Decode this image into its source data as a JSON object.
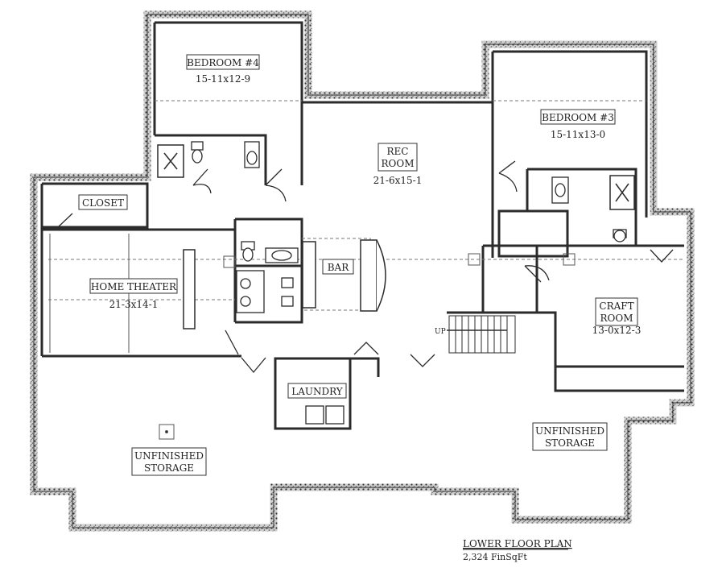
{
  "plan": {
    "title": "LOWER FLOOR PLAN",
    "area": "2,324 FinSqFt",
    "stair_label": "UP"
  },
  "rooms": {
    "bedroom4": {
      "name": "BEDROOM #4",
      "dims": "15-11x12-9"
    },
    "bedroom3": {
      "name": "BEDROOM #3",
      "dims": "15-11x13-0"
    },
    "rec_room": {
      "line1": "REC",
      "line2": "ROOM",
      "dims": "21-6x15-1"
    },
    "closet": {
      "name": "CLOSET"
    },
    "home_theater": {
      "name": "HOME THEATER",
      "dims": "21-3x14-1"
    },
    "bar": {
      "name": "BAR"
    },
    "craft_room": {
      "line1": "CRAFT",
      "line2": "ROOM",
      "dims": "13-0x12-3"
    },
    "laundry": {
      "name": "LAUNDRY"
    },
    "storage_left": {
      "line1": "UNFINISHED",
      "line2": "STORAGE"
    },
    "storage_right": {
      "line1": "UNFINISHED",
      "line2": "STORAGE"
    }
  },
  "colors": {
    "wall": "#2b2b2b",
    "line": "#444444",
    "background": "#ffffff"
  }
}
